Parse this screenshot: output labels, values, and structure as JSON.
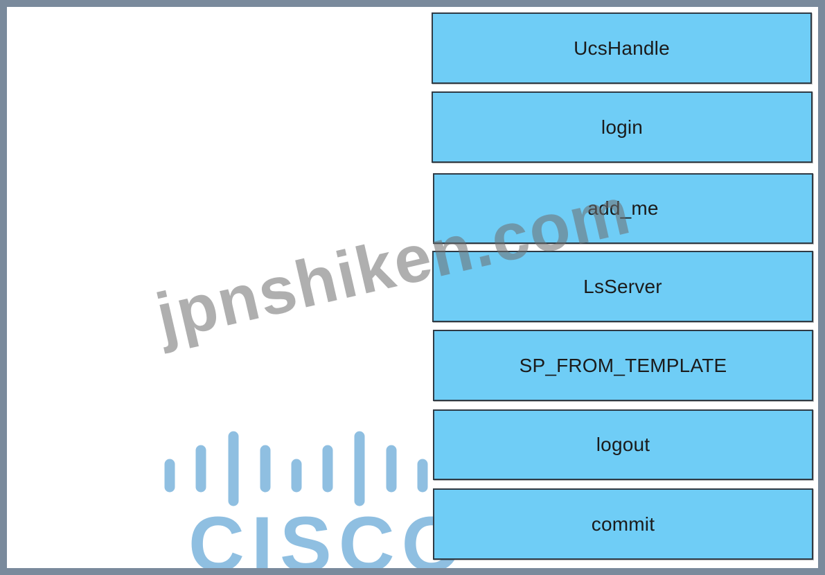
{
  "items": [
    {
      "label": "UcsHandle"
    },
    {
      "label": "login"
    },
    {
      "label": "add_me"
    },
    {
      "label": "LsServer"
    },
    {
      "label": "SP_FROM_TEMPLATE"
    },
    {
      "label": "logout"
    },
    {
      "label": "commit"
    }
  ],
  "logo": {
    "text": "CISCO",
    "color": "#8fbfe1"
  },
  "watermark": {
    "text": "jpnshiken.com"
  },
  "colors": {
    "item_fill": "#6fcdf6",
    "item_border": "#2f3a44",
    "outer_frame": "#7a8a9c"
  }
}
